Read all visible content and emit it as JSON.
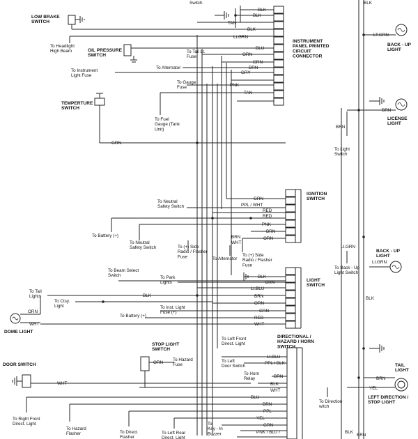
{
  "components": {
    "low_brake_switch": "LOW BRAKE\nSWITCH",
    "oil_pressure_switch": "OIL PRESSURE\nSWITCH",
    "temperature_switch": "TEMPERTURE\nSWITCH",
    "instrument_panel": "INSTRUMENT\nPANEL PRINTED\nCIRCUIT\nCONNECTOR",
    "ignition_switch": "IGNITION\nSWITCH",
    "light_switch": "LIGHT\nSWITCH",
    "dome_light": "DOME LIGHT",
    "stop_light_switch": "STOP LIGHT\nSWITCH",
    "directional_switch": "DIRECTIONAL /\nHAZARD / HORN\nSWITCH",
    "door_switch": "DOOR SWITCH",
    "backup_light_top": "BACK - UP\nLIGHT",
    "license_light": "LICENSE\nLIGHT",
    "backup_light_bottom": "BACK - UP\nLIGHT",
    "tail_light": "TAIL\nLIGHT",
    "left_direction": "LEFT DIRECTION /\nSTOP LIGHT"
  },
  "destinations": {
    "switch_top": "Switch",
    "headlight_beam": "To Headlight\nHigh Beam",
    "tail_fuse": "To Tail Lt.\nFuse",
    "alternator_top": "To Alternator",
    "instrument_light_fuse": "To Instrument\nLight Fuse",
    "gauge_fuse": "To Gauge\nFuse",
    "fuel_gauge": "To Fuel\nGauge (Tank\nUnit)",
    "light_switch_right": "To Light\nSwitch",
    "neutral_safety_1": "To Neutral\nSafety Switch",
    "battery_1": "To Battery (+)",
    "neutral_safety_2": "To Neutral\nSafety Switch",
    "side_radio_1": "To (+) Side\nRadio / Flasher\nFuse",
    "alternator_mid": "To Alternator",
    "side_radio_2": "To (+) Side\nRadio / Flasher\nFuse",
    "backup_light_switch": "To Back - Up\nLight Switch",
    "beam_select": "To Beam Select\nSwitch",
    "park_lights": "To Park\nLights",
    "tail_lights": "To Tail\nLights",
    "ctsy_light": "To Ctsy.\nLight",
    "inst_light_fuse": "To Inst. Light\nFuse (+)",
    "battery_2": "To Battery (+)",
    "left_front_direct": "To Left Front\nDirect. Light",
    "hazard_fuse": "To Hazard\nFuse",
    "left_door_switch": "To Left\nDoor Switch",
    "horn_relay": "To Horn\nRelay",
    "direction_switch": "To Direction\nwitch",
    "right_front_direct": "To Right Front\nDirect. Light",
    "hazard_flasher": "To Hazard\nFlasher",
    "direct_flasher": "To Direct.\nFlasher",
    "left_rear": "To Left Rear\nDirect. Light",
    "key_buzzer": "To\nKey - In\nBuzzer"
  },
  "wire_colors": {
    "blk": "BLK",
    "tan": "TAN",
    "ltgrn": "Lt.GRN",
    "blu": "BLU",
    "orn": "ORN",
    "grn": "GRN",
    "brn": "BRN",
    "gry": "GRY",
    "pnk": "PNK",
    "ppl_wht": "PPL / WHT",
    "red": "RED",
    "ltblu": "Lt.BLU",
    "wht": "WHT",
    "ppl_blk": "PPL / BLK",
    "ppl": "PPL",
    "yel": "YEL",
    "pnk_blu": "PNK / BLU /",
    "ltgrn_alt": "Lt.GRN",
    "ltgrn_b": "LT.GRN"
  }
}
